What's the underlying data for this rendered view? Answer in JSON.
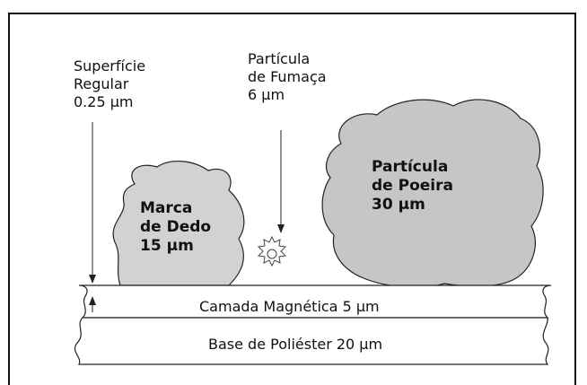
{
  "labels": {
    "superficie": [
      "Superfície",
      "Regular",
      "0.25 µm"
    ],
    "fumaca": [
      "Partícula",
      "de Fumaça",
      "6 µm"
    ],
    "dedo": [
      "Marca",
      "de Dedo",
      "15 µm"
    ],
    "poeira": [
      "Partícula",
      "de Poeira",
      "30 µm"
    ],
    "camada": "Camada Magnética 5 µm",
    "base": "Base de Poliéster 20 µm"
  },
  "colors": {
    "blob_fill": "#cfcfcf",
    "dust_fill": "#c4c4c4",
    "outline": "#222222"
  }
}
